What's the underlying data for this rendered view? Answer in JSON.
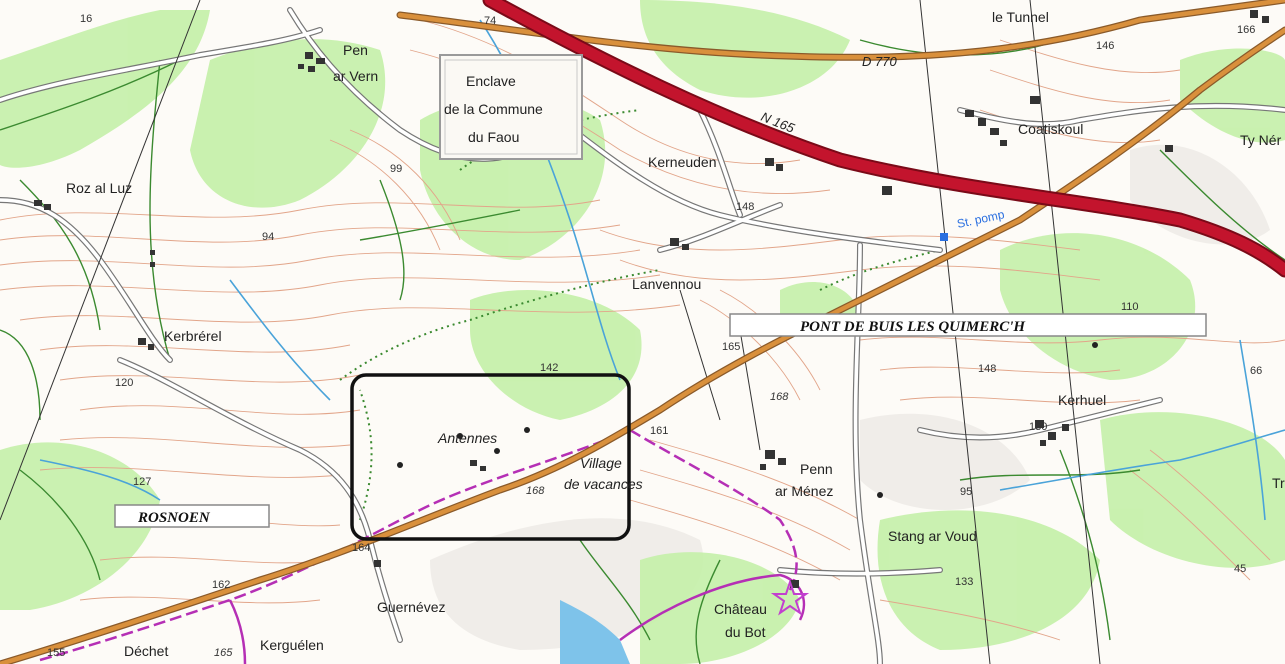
{
  "map": {
    "communes": {
      "pont_de_buis": "PONT DE BUIS LES QUIMERC'H",
      "rosnoen": "ROSNOEN"
    },
    "enclave": [
      "Enclave",
      "de la Commune",
      "du Faou"
    ],
    "places": {
      "pen_ar_vern": [
        "Pen",
        "ar Vern"
      ],
      "roz_al_luz": "Roz al Luz",
      "kerbrerel": "Kerbrérel",
      "kerneuden": "Kerneuden",
      "lanvennou": "Lanvennou",
      "coatiskoul": "Coatiskoul",
      "le_tunnel": "le Tunnel",
      "ty_ner": "Ty Nér",
      "kerhuel": "Kerhuel",
      "penn_ar_menez": [
        "Penn",
        "ar Ménez"
      ],
      "stang_ar_voud": "Stang ar Voud",
      "chateau_du_bot": [
        "Château",
        "du Bot"
      ],
      "guernevez": "Guernévez",
      "kerguelen": "Kerguélen",
      "dechet": "Déchet",
      "antennes": "Antennes",
      "village_vacances": [
        "Village",
        "de vacances"
      ],
      "tra": "Tra"
    },
    "roads": {
      "d770": "D 770",
      "n165": "N 165"
    },
    "poi": {
      "st_pomp": "St. pomp"
    },
    "altitudes": {
      "a16": "16",
      "a74": "74",
      "a146": "146",
      "a166": "166",
      "a99": "99",
      "a148": "148",
      "a94": "94",
      "a120": "120",
      "a142": "142",
      "a165": "165",
      "a168": "168",
      "a110": "110",
      "a66": "66",
      "a148b": "148",
      "a130": "130",
      "a161": "161",
      "a168b": "168",
      "a127": "127",
      "a164": "164",
      "a162": "162",
      "a155": "155",
      "a165b": "165",
      "a95": "95",
      "a133": "133",
      "a45": "45"
    },
    "colors": {
      "contour": "#e2a58a",
      "vegetation": "#b6ec96",
      "hedge": "#3b8a30",
      "motorway": "#c3142d",
      "main_road": "#c97a2c",
      "river": "#4aa3d9",
      "boundary": "#b52fb5",
      "highlight_box": "#111111"
    }
  }
}
